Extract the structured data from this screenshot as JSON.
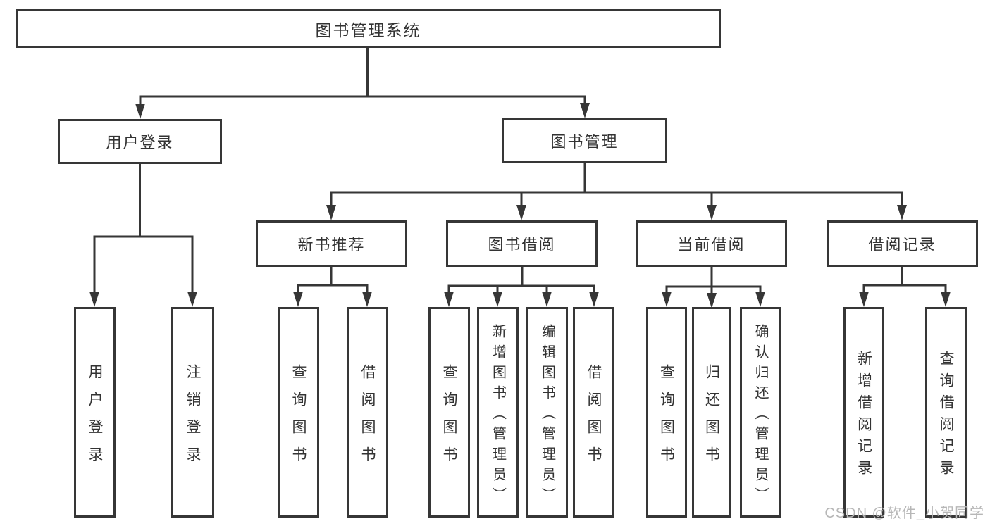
{
  "colors": {
    "line": "#363636",
    "text": "#333333",
    "watermark": "#b7b7b7",
    "bg": "#ffffff"
  },
  "watermark": {
    "text": "CSDN @软件_小贺同学"
  },
  "nodes": {
    "root": {
      "label": "图书管理系统"
    },
    "user_login": {
      "label": "用户登录"
    },
    "book_management": {
      "label": "图书管理"
    },
    "new_book_recommend": {
      "label": "新书推荐"
    },
    "book_borrow": {
      "label": "图书借阅"
    },
    "current_borrow": {
      "label": "当前借阅"
    },
    "borrow_records": {
      "label": "借阅记录"
    },
    "leaves": {
      "user_login": {
        "label": "用户登录"
      },
      "logout": {
        "label": "注销登录"
      },
      "query_books_recommend": {
        "label": "查询图书"
      },
      "borrow_books_recommend": {
        "label": "借阅图书"
      },
      "query_books_borrow": {
        "label": "查询图书"
      },
      "add_books_admin": {
        "label": "新增图书（管理员）"
      },
      "edit_books_admin": {
        "label": "编辑图书（管理员）"
      },
      "borrow_books_borrow": {
        "label": "借阅图书"
      },
      "query_books_current": {
        "label": "查询图书"
      },
      "return_books": {
        "label": "归还图书"
      },
      "confirm_return_admin": {
        "label": "确认归还（管理员）"
      },
      "add_borrow_record": {
        "label": "新增借阅记录"
      },
      "query_borrow_record": {
        "label": "查询借阅记录"
      }
    }
  }
}
